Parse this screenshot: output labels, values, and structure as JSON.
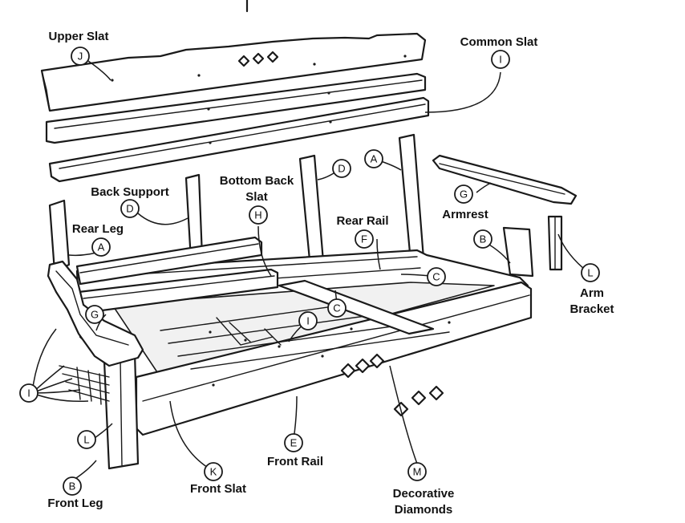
{
  "parts": {
    "upper_slat": {
      "name": "Upper Slat",
      "letter": "J"
    },
    "common_slat": {
      "name": "Common Slat",
      "letter": "I"
    },
    "back_support": {
      "name": "Back Support",
      "letter": "D"
    },
    "bottom_back_slat": {
      "name_line1": "Bottom Back",
      "name_line2": "Slat",
      "letter": "H"
    },
    "rear_leg": {
      "name": "Rear Leg",
      "letter": "A"
    },
    "rear_rail": {
      "name": "Rear Rail",
      "letter": "F"
    },
    "armrest": {
      "name": "Armrest",
      "letter": "G"
    },
    "arm_bracket": {
      "name_line1": "Arm",
      "name_line2": "Bracket",
      "letter": "L"
    },
    "front_leg": {
      "name": "Front Leg",
      "letter": "B"
    },
    "front_slat": {
      "name": "Front Slat",
      "letter": "K"
    },
    "front_rail": {
      "name": "Front Rail",
      "letter": "E"
    },
    "decorative_diamonds": {
      "name_line1": "Decorative",
      "name_line2": "Diamonds",
      "letter": "M"
    },
    "side_rail": {
      "letter": "C"
    }
  }
}
